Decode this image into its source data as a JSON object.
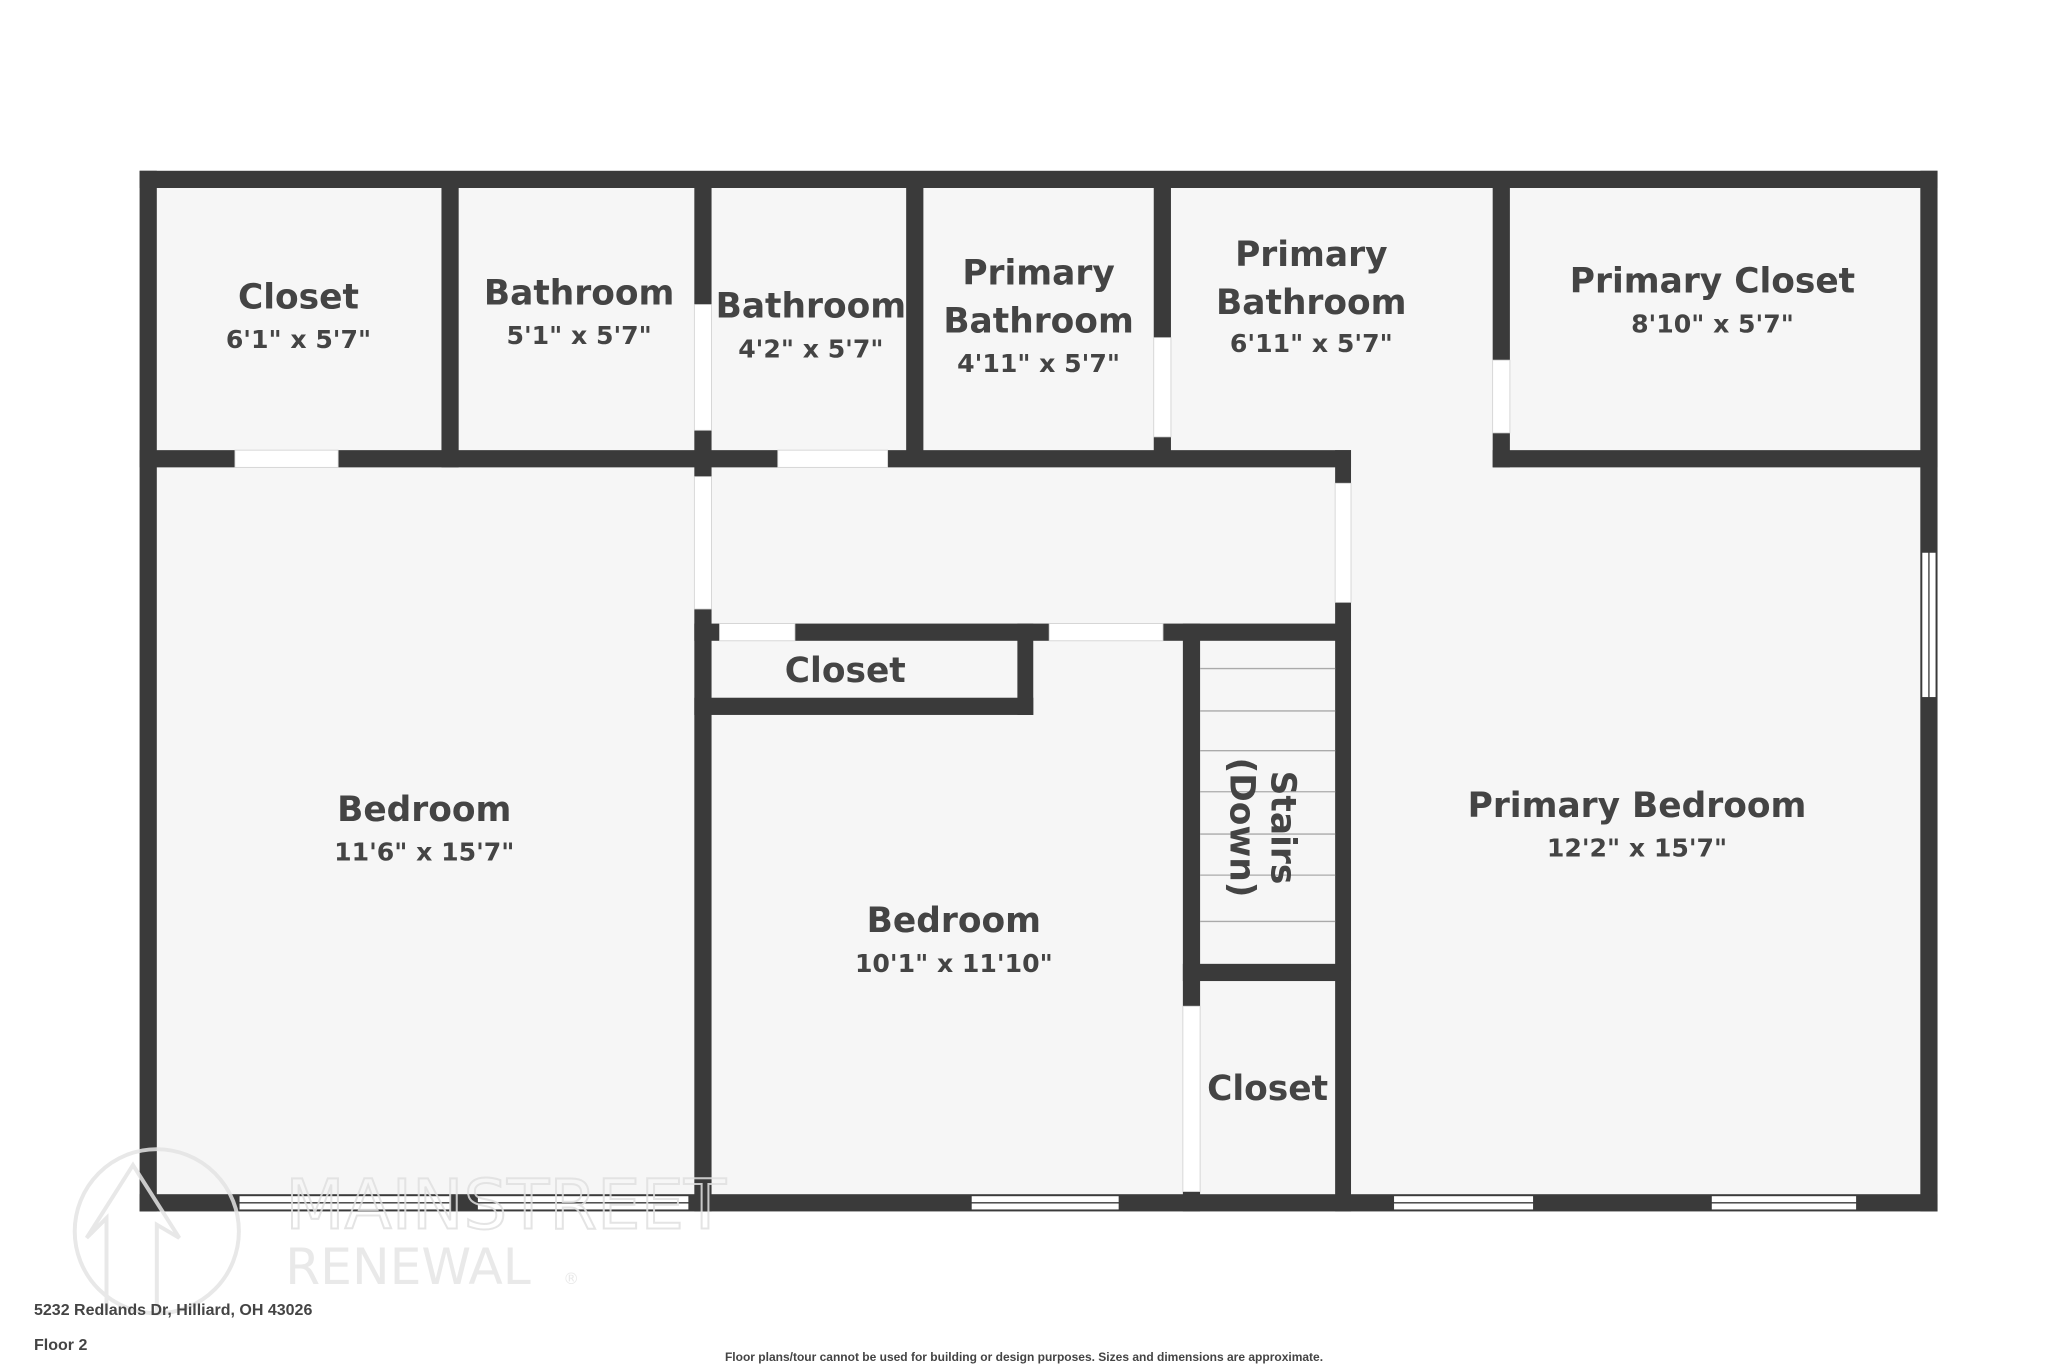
{
  "rooms": [
    {
      "name": "Closet",
      "dims": "6'1\" x 5'7\""
    },
    {
      "name": "Bathroom",
      "dims": "5'1\" x 5'7\""
    },
    {
      "name": "Bathroom",
      "dims": "4'2\" x 5'7\""
    },
    {
      "name_line1": "Primary",
      "name_line2": "Bathroom",
      "dims": "4'11\" x 5'7\""
    },
    {
      "name_line1": "Primary",
      "name_line2": "Bathroom",
      "dims": "6'11\" x 5'7\""
    },
    {
      "name": "Primary Closet",
      "dims": "8'10\" x 5'7\""
    },
    {
      "name": "Bedroom",
      "dims": "11'6\" x 15'7\""
    },
    {
      "name": "Closet"
    },
    {
      "name": "Bedroom",
      "dims": "10'1\" x 11'10\""
    },
    {
      "name_line1": "Stairs",
      "name_line2": "(Down)"
    },
    {
      "name": "Closet"
    },
    {
      "name": "Primary Bedroom",
      "dims": "12'2\" x 15'7\""
    }
  ],
  "watermark": {
    "line1": "MAINSTREET",
    "line2": "RENEWAL",
    "mark": "®"
  },
  "footer": {
    "address": "5232 Redlands Dr, Hilliard, OH 43026",
    "floor": "Floor 2",
    "disclaimer": "Floor plans/tour cannot be used for building or design purposes. Sizes and dimensions are approximate."
  },
  "colors": {
    "wall": "#3a3a3a",
    "floor": "#f6f6f6",
    "text": "#444444"
  }
}
